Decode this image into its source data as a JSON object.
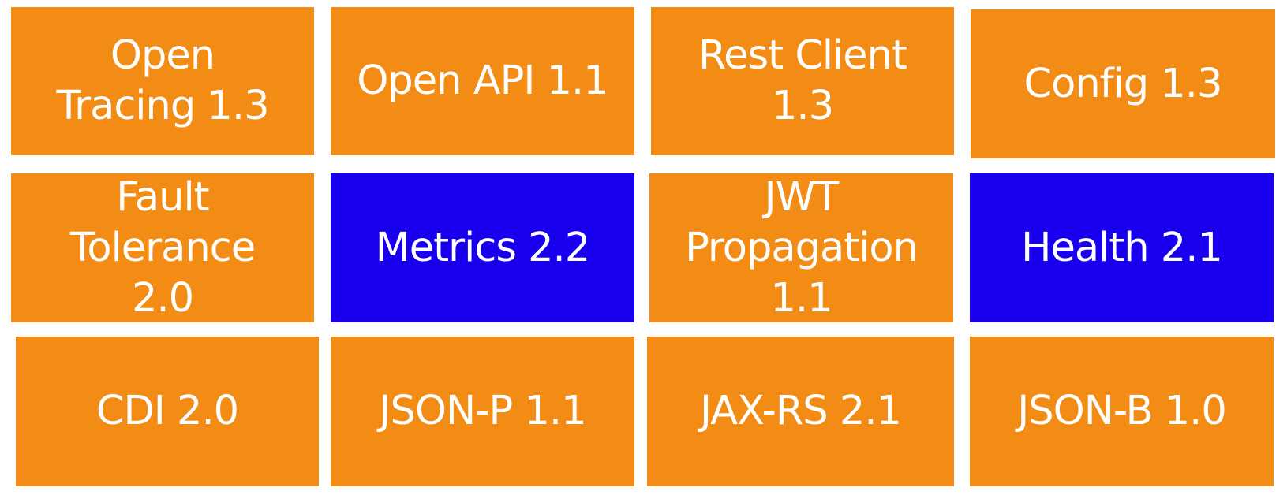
{
  "colors": {
    "orange": "#f28c14",
    "blue": "#1800ee",
    "text": "#ffffff"
  },
  "tiles": [
    {
      "label": "Open\nTracing 1.3",
      "color": "orange"
    },
    {
      "label": "Open API 1.1",
      "color": "orange"
    },
    {
      "label": "Rest Client\n1.3",
      "color": "orange"
    },
    {
      "label": "Config 1.3",
      "color": "orange"
    },
    {
      "label": "Fault\nTolerance\n2.0",
      "color": "orange"
    },
    {
      "label": "Metrics 2.2",
      "color": "blue"
    },
    {
      "label": "JWT\nPropagation\n1.1",
      "color": "orange"
    },
    {
      "label": "Health 2.1",
      "color": "blue"
    },
    {
      "label": "CDI 2.0",
      "color": "orange"
    },
    {
      "label": "JSON-P 1.1",
      "color": "orange"
    },
    {
      "label": "JAX-RS 2.1",
      "color": "orange"
    },
    {
      "label": "JSON-B 1.0",
      "color": "orange"
    }
  ]
}
